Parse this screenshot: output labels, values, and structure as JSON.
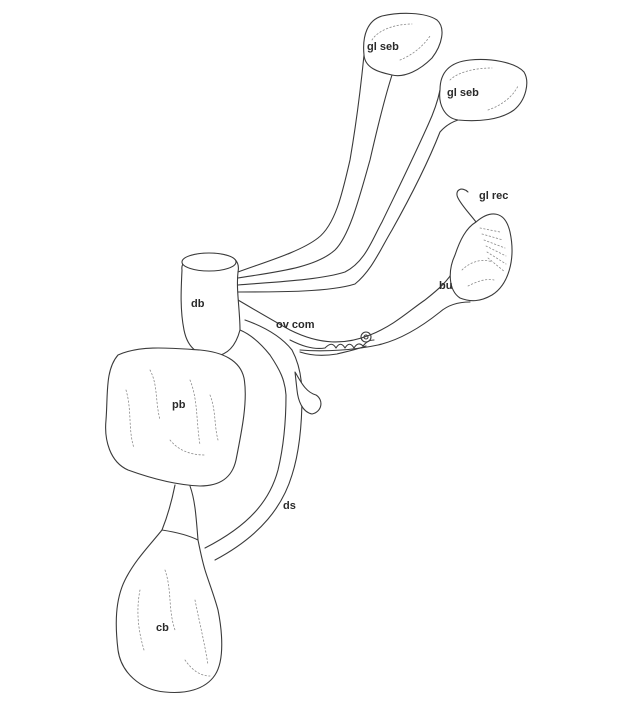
{
  "figure": {
    "labels": {
      "gl_seb_1": "gl seb",
      "gl_seb_2": "gl seb",
      "gl_rec": "gl rec",
      "bu": "bu",
      "db": "db",
      "ov_com": "ov com",
      "pb": "pb",
      "ds": "ds",
      "cb": "cb"
    },
    "colors": {
      "line": "#3a3a3a",
      "stipple": "#8a8a8a",
      "background": "#ffffff"
    }
  }
}
